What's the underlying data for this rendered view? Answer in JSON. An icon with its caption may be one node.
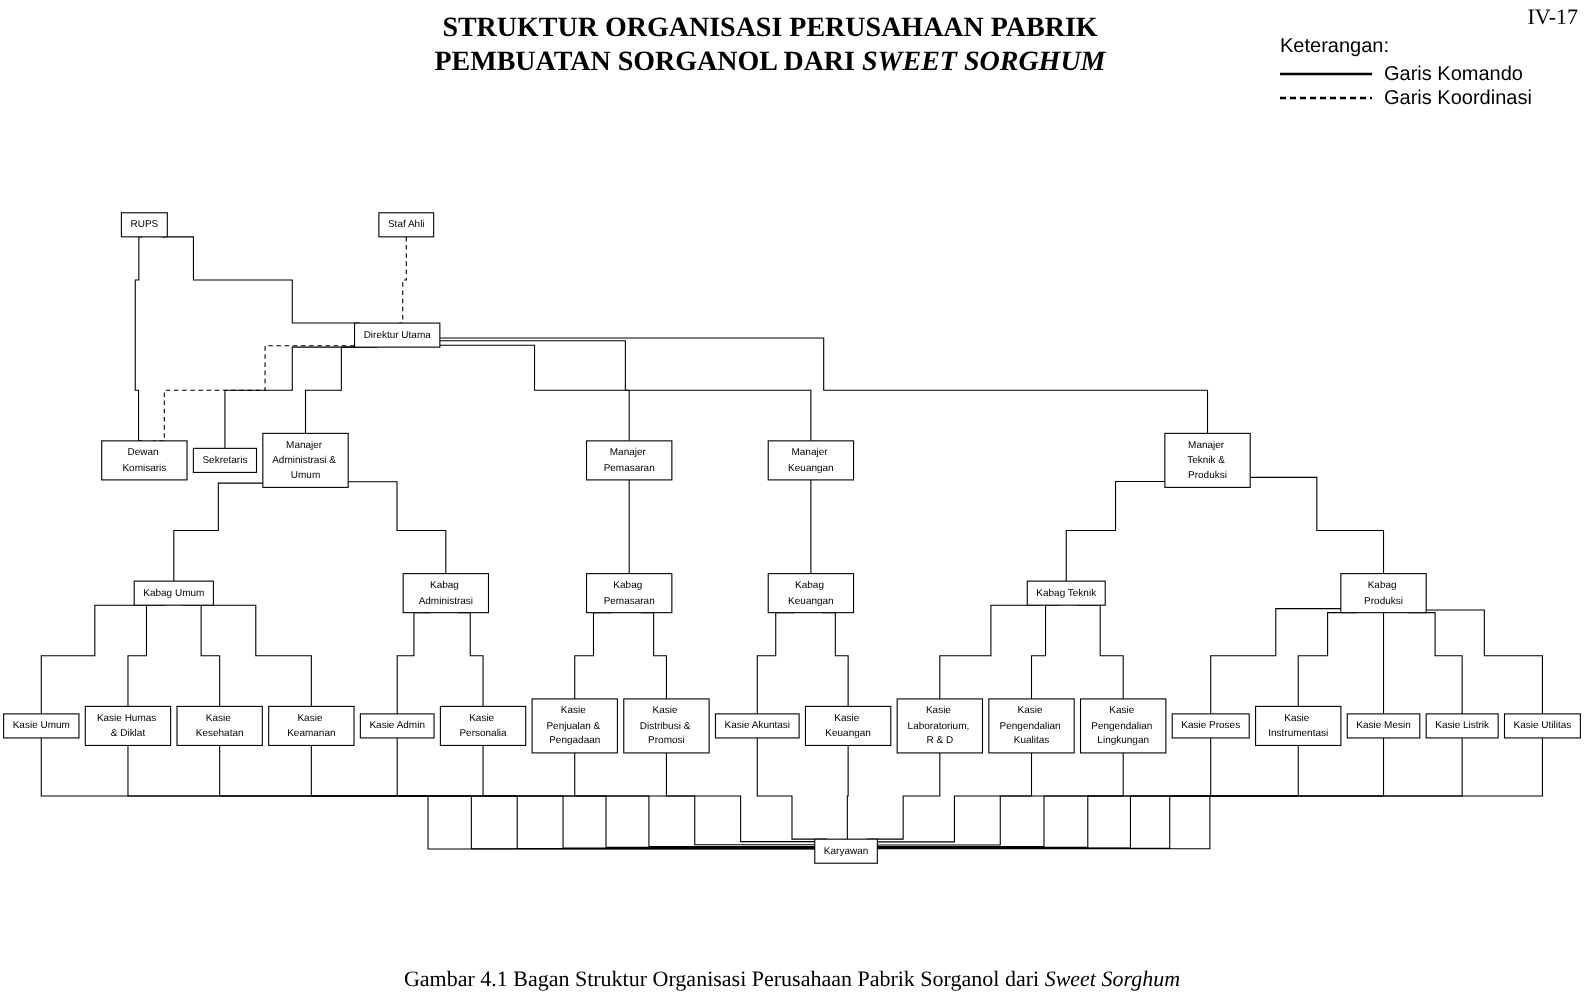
{
  "diagram": {
    "title": "STRUKTUR ORGANISASI PERUSAHAAN PABRIK PEMBUATAN SORGANOL DARI *SWEET SORGHUM*",
    "caption": "Gambar 4.1 Bagan Struktur Organisasi Perusahaan Pabrik Sorganol dari *Sweet Sorghum*",
    "nodes": [
      {
        "text": [
          "RUPS"
        ]
      },
      {
        "text": [
          "Staf Ahli"
        ]
      },
      {
        "text": [
          "Direktur Utama"
        ]
      },
      {
        "text": [
          "Dewan Komisaris"
        ]
      },
      {
        "text": [
          "Sekretaris"
        ]
      },
      {
        "text": [
          "Manajer Administrasi & Umum"
        ]
      },
      {
        "text": [
          "Manajer Pemasaran"
        ]
      },
      {
        "text": [
          "Manajer Keuangan"
        ]
      },
      {
        "text": [
          "Manajer Teknik & Produksi"
        ]
      },
      {
        "text": [
          "Kabag Umum"
        ]
      },
      {
        "text": [
          "Kabag Administrasi"
        ]
      },
      {
        "text": [
          "Kabag Pemasaran"
        ]
      },
      {
        "text": [
          "Kabag Keuangan"
        ]
      },
      {
        "text": [
          "Kabag Teknik"
        ]
      },
      {
        "text": [
          "Kabag Produksi"
        ]
      },
      {
        "text": [
          "Kasie Umum"
        ]
      },
      {
        "text": [
          "Kasie Humas & Diklat"
        ]
      },
      {
        "text": [
          "Kasie Kesehatan"
        ]
      },
      {
        "text": [
          "Kasie Keamanan"
        ]
      },
      {
        "text": [
          "Kasie Admin"
        ]
      },
      {
        "text": [
          "Kasie Personalia"
        ]
      },
      {
        "text": [
          "Kasie Penjualan & Pengadaan"
        ]
      },
      {
        "text": [
          "Kasie Distribusi & Promosi"
        ]
      },
      {
        "text": [
          "Kasie Akuntasi"
        ]
      },
      {
        "text": [
          "Kasie Keuangan"
        ]
      },
      {
        "text": [
          "Kasie Laboratorium, R & D"
        ]
      },
      {
        "text": [
          "Kasie Pengendalian Kualitas"
        ]
      },
      {
        "text": [
          "Kasie Pengendalian Lingkungan"
        ]
      },
      {
        "text": [
          "Kasie Proses"
        ]
      },
      {
        "text": [
          "Kasie Instrumentasi"
        ]
      },
      {
        "text": [
          "Kasie Mesin"
        ]
      },
      {
        "text": [
          "Kasie Listrik"
        ]
      },
      {
        "text": [
          "Kasie Utilitas"
        ]
      },
      {
        "text": [
          "Karyawan"
        ]
      }
    ],
    "edges": [
      {
        "from": 0,
        "to": 2,
        "arrow": "none"
      },
      {
        "from": 0,
        "to": 3,
        "arrow": "none"
      },
      {
        "from": 1,
        "to": 2,
        "arrow": "none",
        "style": "dashed"
      },
      {
        "from": 2,
        "to": 5,
        "arrow": "none"
      },
      {
        "from": 2,
        "to": 6,
        "arrow": "none"
      },
      {
        "from": 2,
        "to": 7,
        "arrow": "none"
      },
      {
        "from": 2,
        "to": 8,
        "arrow": "none"
      },
      {
        "from": 2,
        "to": 3,
        "arrow": "none",
        "style": "dashed"
      },
      {
        "from": 2,
        "to": 4,
        "arrow": "none"
      },
      {
        "from": 5,
        "to": 9,
        "arrow": "none"
      },
      {
        "from": 5,
        "to": 10,
        "arrow": "none"
      },
      {
        "from": 6,
        "to": 11,
        "arrow": "none"
      },
      {
        "from": 7,
        "to": 12,
        "arrow": "none"
      },
      {
        "from": 8,
        "to": 13,
        "arrow": "none"
      },
      {
        "from": 8,
        "to": 14,
        "arrow": "none"
      },
      {
        "from": 9,
        "to": 15,
        "arrow": "none"
      },
      {
        "from": 9,
        "to": 16,
        "arrow": "none"
      },
      {
        "from": 9,
        "to": 17,
        "arrow": "none"
      },
      {
        "from": 9,
        "to": 18,
        "arrow": "none"
      },
      {
        "from": 10,
        "to": 19,
        "arrow": "none"
      },
      {
        "from": 10,
        "to": 20,
        "arrow": "none"
      },
      {
        "from": 11,
        "to": 21,
        "arrow": "none"
      },
      {
        "from": 11,
        "to": 22,
        "arrow": "none"
      },
      {
        "from": 12,
        "to": 23,
        "arrow": "none"
      },
      {
        "from": 12,
        "to": 24,
        "arrow": "none"
      },
      {
        "from": 13,
        "to": 25,
        "arrow": "none"
      },
      {
        "from": 13,
        "to": 26,
        "arrow": "none"
      },
      {
        "from": 13,
        "to": 27,
        "arrow": "none"
      },
      {
        "from": 14,
        "to": 28,
        "arrow": "none"
      },
      {
        "from": 14,
        "to": 29,
        "arrow": "none"
      },
      {
        "from": 14,
        "to": 30,
        "arrow": "none"
      },
      {
        "from": 14,
        "to": 31,
        "arrow": "none"
      },
      {
        "from": 14,
        "to": 32,
        "arrow": "none"
      },
      {
        "from": 15,
        "to": 33,
        "arrow": "none"
      },
      {
        "from": 16,
        "to": 33,
        "arrow": "none"
      },
      {
        "from": 17,
        "to": 33,
        "arrow": "none"
      },
      {
        "from": 18,
        "to": 33,
        "arrow": "none"
      },
      {
        "from": 19,
        "to": 33,
        "arrow": "none"
      },
      {
        "from": 20,
        "to": 33,
        "arrow": "none"
      },
      {
        "from": 21,
        "to": 33,
        "arrow": "none"
      },
      {
        "from": 22,
        "to": 33,
        "arrow": "none"
      },
      {
        "from": 23,
        "to": 33,
        "arrow": "none"
      },
      {
        "from": 24,
        "to": 33,
        "arrow": "none"
      },
      {
        "from": 25,
        "to": 33,
        "arrow": "none"
      },
      {
        "from": 26,
        "to": 33,
        "arrow": "none"
      },
      {
        "from": 27,
        "to": 33,
        "arrow": "none"
      },
      {
        "from": 28,
        "to": 33,
        "arrow": "none"
      },
      {
        "from": 29,
        "to": 33,
        "arrow": "none"
      },
      {
        "from": 30,
        "to": 33,
        "arrow": "none"
      },
      {
        "from": 31,
        "to": 33,
        "arrow": "none"
      },
      {
        "from": 32,
        "to": 33,
        "arrow": "none"
      }
    ],
    "labels": [
      "IV-17",
      "Keterangan:"
    ],
    "legend": [
      {
        "text": "Garis Komando"
      },
      {
        "text": "Garis Koordinasi"
      }
    ]
  }
}
